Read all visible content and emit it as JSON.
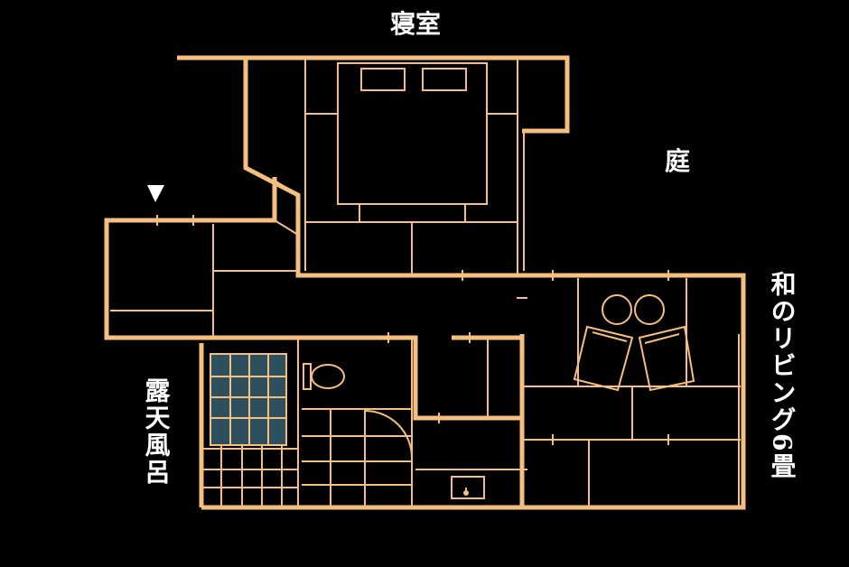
{
  "labels": {
    "bedroom": "寝室",
    "garden": "庭",
    "living": "和のリビング6畳",
    "bath": "露天風呂"
  },
  "colors": {
    "background": "#000000",
    "wall": "#f5bf80",
    "bath_water": "#2e4f5e",
    "text": "#ffffff"
  },
  "icons": {
    "entrance": "entrance-arrow-icon"
  }
}
